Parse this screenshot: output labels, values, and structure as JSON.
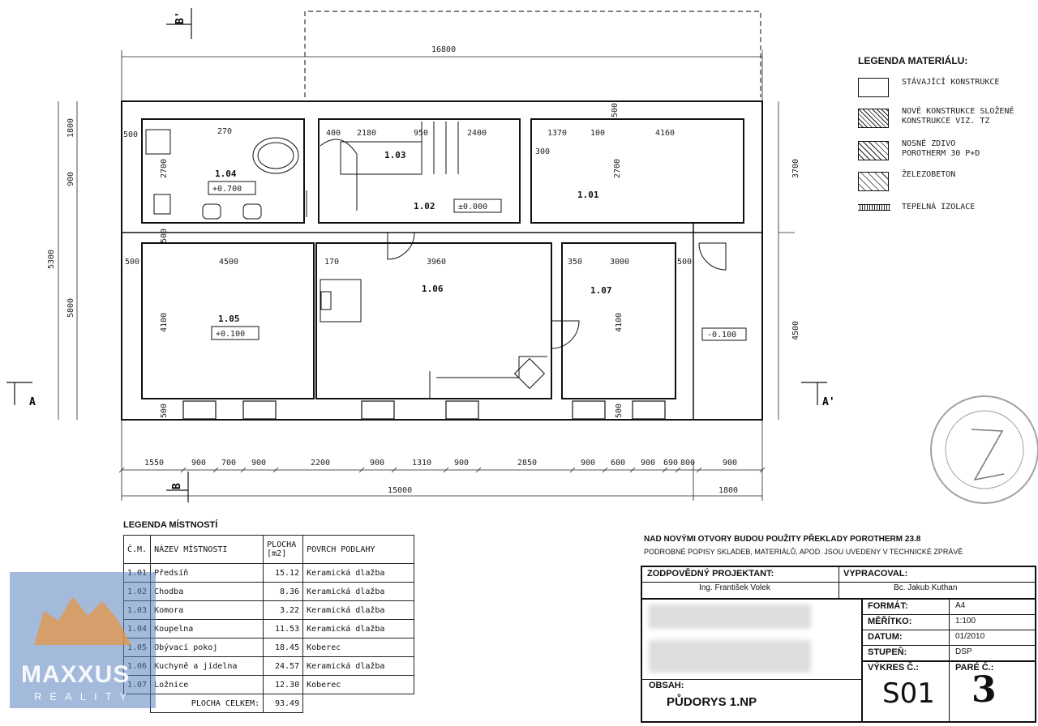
{
  "dimensions": {
    "top_total": "16800",
    "bottom_total": "15000",
    "bottom_right": "1800",
    "right_top": "3700",
    "right_bottom": "4500",
    "left_total": "5300",
    "left_1800": "1800",
    "left_900": "900",
    "left_5800": "5800",
    "bottom_chain": [
      "1550",
      "900",
      "700",
      "900",
      "2200",
      "900",
      "1310",
      "900",
      "2850",
      "900",
      "600",
      "900",
      "690",
      "800",
      "900"
    ],
    "interior": [
      "500",
      "270",
      "2700",
      "400",
      "2180",
      "950",
      "2400",
      "1370",
      "100",
      "4160",
      "500",
      "300",
      "2700",
      "500",
      "4500",
      "170",
      "3960",
      "350",
      "3000",
      "500",
      "4100",
      "500",
      "500",
      "4100",
      "500"
    ]
  },
  "rooms_plan": [
    {
      "num": "1.04",
      "level": "+0.700"
    },
    {
      "num": "1.03"
    },
    {
      "num": "1.02",
      "level": "±0.000"
    },
    {
      "num": "1.01"
    },
    {
      "num": "1.05",
      "level": "+0.100"
    },
    {
      "num": "1.06"
    },
    {
      "num": "1.07"
    }
  ],
  "outside_level": "-0.100",
  "sections": {
    "a": "A",
    "a_prime": "A'",
    "b": "B",
    "b_prime": "B'"
  },
  "materials": {
    "title": "LEGENDA MATERIÁLU:",
    "items": [
      "STÁVAJÍCÍ KONSTRUKCE",
      "NOVÉ KONSTRUKCE SLOŽENÉ KONSTRUKCE VIZ. TZ",
      "NOSNÉ ZDIVO POROTHERM 30 P+D",
      "ŽELEZOBETON",
      "TEPELNÁ IZOLACE"
    ]
  },
  "rooms_legend": {
    "title": "LEGENDA MÍSTNOSTÍ",
    "headers": [
      "Č.M.",
      "NÁZEV MÍSTNOSTI",
      "PLOCHA [m2]",
      "POVRCH PODLAHY"
    ],
    "rows": [
      [
        "1.01",
        "Předsíň",
        "15.12",
        "Keramická dlažba"
      ],
      [
        "1.02",
        "Chodba",
        "8.36",
        "Keramická dlažba"
      ],
      [
        "1.03",
        "Komora",
        "3.22",
        "Keramická dlažba"
      ],
      [
        "1.04",
        "Koupelna",
        "11.53",
        "Keramická dlažba"
      ],
      [
        "1.05",
        "Obývací pokoj",
        "18.45",
        "Koberec"
      ],
      [
        "1.06",
        "Kuchyně a jídelna",
        "24.57",
        "Keramická dlažba"
      ],
      [
        "1.07",
        "Ložnice",
        "12.30",
        "Koberec"
      ]
    ],
    "total_label": "PLOCHA CELKEM:",
    "total_value": "93.49"
  },
  "notes": {
    "line1": "NAD NOVÝMI OTVORY BUDOU POUŽITY PŘEKLADY POROTHERM 23.8",
    "line2": "PODROBNÉ POPISY SKLADEB, MATERIÁLŮ, APOD. JSOU UVEDENY V TECHNICKÉ ZPRÁVĚ"
  },
  "title_block": {
    "responsible_label": "ZODPOVĚDNÝ PROJEKTANT:",
    "responsible_name": "Ing. František Volek",
    "prepared_label": "VYPRACOVAL:",
    "prepared_name": "Bc. Jakub Kuthan",
    "format_label": "FORMÁT:",
    "format_value": "A4",
    "scale_label": "MĚŘÍTKO:",
    "scale_value": "1:100",
    "date_label": "DATUM:",
    "date_value": "01/2010",
    "stage_label": "STUPEŇ:",
    "stage_value": "DSP",
    "drawing_label": "VÝKRES Č.:",
    "drawing_value": "S01",
    "copy_label": "PARÉ Č.:",
    "copy_value": "3",
    "content_label": "OBSAH:",
    "content_value": "PŮDORYS 1.NP"
  },
  "watermark": {
    "brand": "MAXXUS",
    "sub": "REALITY"
  }
}
